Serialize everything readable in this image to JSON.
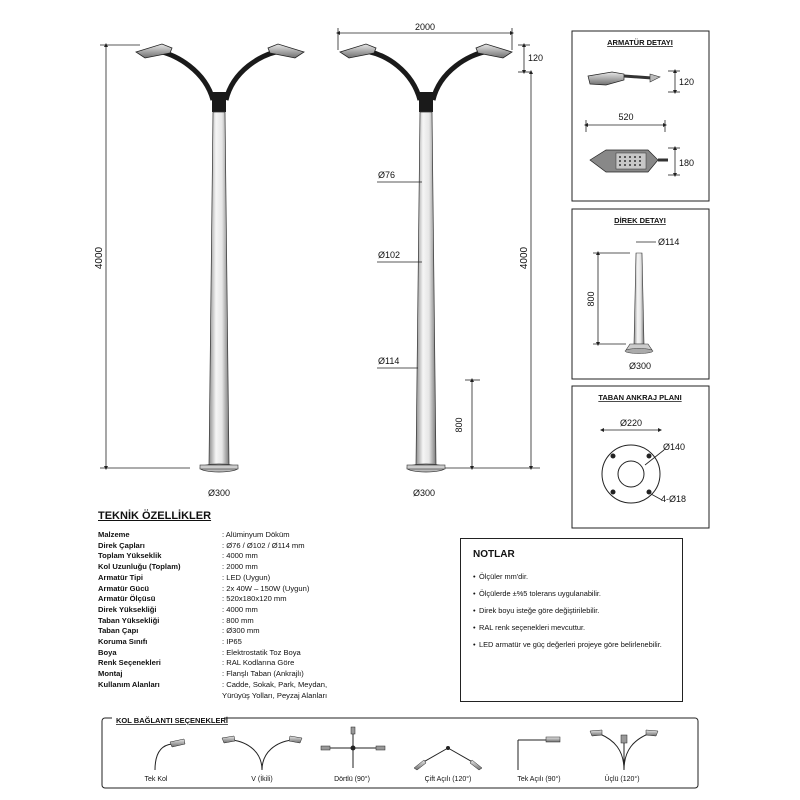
{
  "main_drawing": {
    "label_total_height": "4000",
    "label_left_base": "Ø300",
    "label_width": "2000",
    "label_arm_height": "120",
    "label_d76": "Ø76",
    "label_d102": "Ø102",
    "label_d114": "Ø114",
    "label_base_height": "800",
    "label_right_base": "Ø300"
  },
  "fixture_detail": {
    "title": "ARMATÜR DETAYI",
    "height_label": "120",
    "length_label": "520",
    "width_label": "180"
  },
  "pole_detail": {
    "title": "DİREK DETAYI",
    "top_diameter": "Ø114",
    "height_label": "800",
    "base_diameter": "Ø300"
  },
  "anchor_plan": {
    "title": "TABAN ANKRAJ PLANI",
    "bolt_circle": "Ø220",
    "inner_circle": "Ø140",
    "holes": "4-Ø18"
  },
  "specs": {
    "title": "TEKNİK ÖZELLİKLER",
    "rows": [
      {
        "key": "Malzeme",
        "value": ": Alüminyum Döküm"
      },
      {
        "key": "Direk Çapları",
        "value": ": Ø76 / Ø102 / Ø114 mm"
      },
      {
        "key": "Toplam Yükseklik",
        "value": ": 4000 mm"
      },
      {
        "key": "Kol Uzunluğu (Toplam)",
        "value": ": 2000 mm"
      },
      {
        "key": "Armatür Tipi",
        "value": ": LED (Uygun)"
      },
      {
        "key": "Armatür Gücü",
        "value": ": 2x 40W – 150W (Uygun)"
      },
      {
        "key": "Armatür Ölçüsü",
        "value": ": 520x180x120 mm"
      },
      {
        "key": "Direk Yüksekliği",
        "value": ": 4000 mm"
      },
      {
        "key": "Taban Yüksekliği",
        "value": ": 800 mm"
      },
      {
        "key": "Taban Çapı",
        "value": ": Ø300 mm"
      },
      {
        "key": "Koruma Sınıfı",
        "value": ": IP65"
      },
      {
        "key": "Boya",
        "value": ": Elektrostatik Toz Boya"
      },
      {
        "key": "Renk Seçenekleri",
        "value": ": RAL Kodlarına Göre"
      },
      {
        "key": "Montaj",
        "value": ": Flanşlı Taban (Ankrajlı)"
      },
      {
        "key": "Kullanım Alanları",
        "value": ": Cadde, Sokak, Park, Meydan,"
      },
      {
        "key": "",
        "value": "  Yürüyüş Yolları, Peyzaj Alanları"
      }
    ]
  },
  "notes": {
    "title": "NOTLAR",
    "items": [
      "Ölçüler mm'dir.",
      "Ölçülerde ±%5 tolerans uygulanabilir.",
      "Direk boyu isteğe göre değiştirilebilir.",
      "RAL renk seçenekleri mevcuttur.",
      "LED armatür ve güç değerleri projeye göre belirlenebilir."
    ]
  },
  "arm_options": {
    "title": "KOL BAĞLANTI SEÇENEKLERİ",
    "items": [
      {
        "label": "Tek Kol",
        "icon": "single-arm-icon"
      },
      {
        "label": "V (İkili)",
        "icon": "double-v-arm-icon"
      },
      {
        "label": "Dörtlü (90°)",
        "icon": "quad-arm-icon"
      },
      {
        "label": "Çift Açılı (120°)",
        "icon": "double-angle-arm-icon"
      },
      {
        "label": "Tek Açılı (90°)",
        "icon": "single-angle-arm-icon"
      },
      {
        "label": "Üçlü (120°)",
        "icon": "triple-arm-icon"
      }
    ]
  },
  "colors": {
    "line": "#222222",
    "pole_light": "#f2f2f2",
    "pole_dark": "#9a9a9a",
    "arm": "#1a1a1a"
  }
}
